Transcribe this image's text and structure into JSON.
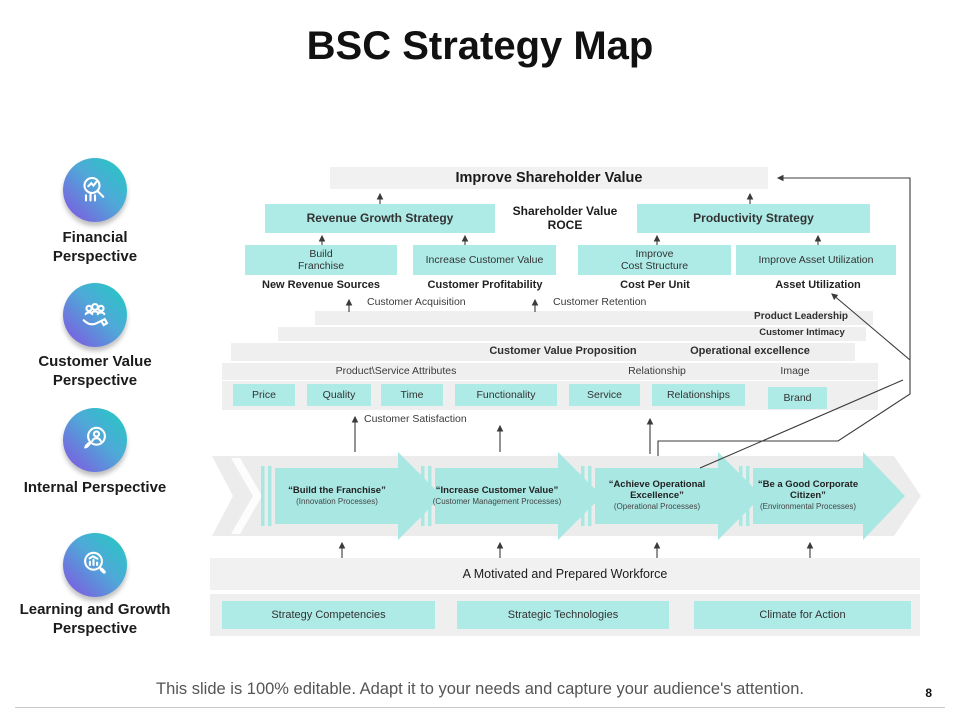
{
  "slide": {
    "title": "BSC Strategy Map",
    "footer_text": "This slide is 100% editable.  Adapt it to your needs and capture your audience's attention.",
    "page_number": "8"
  },
  "sidebar": {
    "items": [
      {
        "label": "Financial\nPerspective",
        "icon": "finance-magnifier-icon"
      },
      {
        "label": "Customer Value\nPerspective",
        "icon": "customers-hand-icon"
      },
      {
        "label": "Internal\nPerspective",
        "icon": "person-magnifier-icon"
      },
      {
        "label": "Learning and\nGrowth Perspective",
        "icon": "growth-magnifier-icon"
      }
    ]
  },
  "map": {
    "shareholder_bar": "Improve Shareholder Value",
    "revenue_strategy": "Revenue Growth Strategy",
    "shareholder_value_roce": "Shareholder Value\nROCE",
    "productivity_strategy": "Productivity Strategy",
    "level2_boxes": [
      "Build\nFranchise",
      "Increase Customer Value",
      "Improve\nCost Structure",
      "Improve Asset Utilization"
    ],
    "level2_labels": [
      "New Revenue Sources",
      "Customer Profitability",
      "Cost Per Unit",
      "Asset  Utilization"
    ],
    "customer_flow_labels": [
      "Customer Acquisition",
      "Customer Retention"
    ],
    "stack_labels": {
      "product_leadership": "Product Leadership",
      "customer_intimacy": "Customer Intimacy",
      "customer_value_proposition": "Customer Value Proposition",
      "operational_excellence": "Operational excellence",
      "product_service_attributes": "Product\\Service Attributes",
      "relationship": "Relationship",
      "image": "Image"
    },
    "attribute_boxes": [
      "Price",
      "Quality",
      "Time",
      "Functionality",
      "Service",
      "Relationships",
      "Brand"
    ],
    "customer_satisfaction": "Customer Satisfaction",
    "process_arrows": [
      {
        "title": "“Build the Franchise”",
        "subtitle": "(Innovation Processes)"
      },
      {
        "title": "“Increase  Customer Value”",
        "subtitle": "(Customer Management Processes)"
      },
      {
        "title": "“Achieve  Operational  Excellence”",
        "subtitle": "(Operational  Processes)"
      },
      {
        "title": "“Be a Good Corporate Citizen”",
        "subtitle": "(Environmental Processes)"
      }
    ],
    "workforce_bar": "A Motivated  and Prepared Workforce",
    "foundation_boxes": [
      "Strategy Competencies",
      "Strategic Technologies",
      "Climate  for Action"
    ]
  },
  "colors": {
    "teal": "#aeeae6",
    "gray_bar": "#f1f1f1",
    "band_gray": "#ececec",
    "icon_gradient_start": "#25c8c3",
    "icon_gradient_end": "#7e58e0"
  }
}
